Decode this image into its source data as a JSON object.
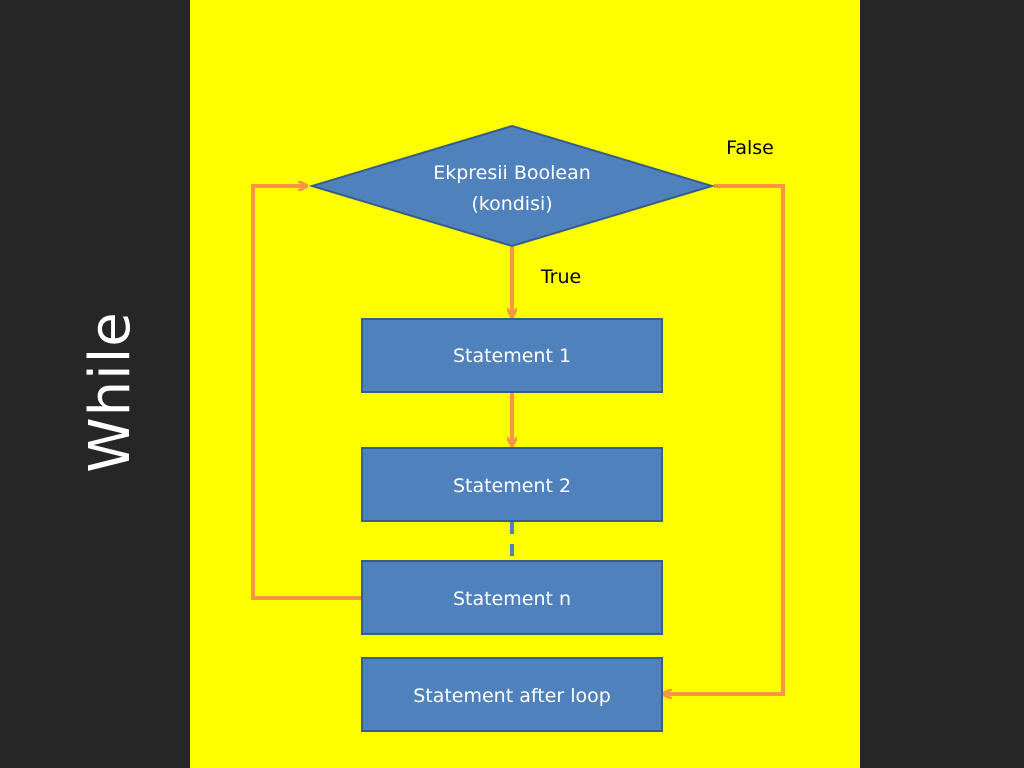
{
  "slide": {
    "title": "While",
    "colors": {
      "background": "#262626",
      "panel": "#ffff00",
      "node_fill": "#4f81bd",
      "node_stroke": "#385d8a",
      "arrow": "#f79646",
      "dashed_connector": "#4f81bd",
      "title_text": "#ffffff"
    }
  },
  "diagram": {
    "condition": {
      "line1": "Ekpresii Boolean",
      "line2": "(kondisi)"
    },
    "statements": {
      "s1": "Statement 1",
      "s2": "Statement 2",
      "sn": "Statement n",
      "after": "Statement after loop"
    },
    "labels": {
      "true": "True",
      "false": "False"
    }
  }
}
